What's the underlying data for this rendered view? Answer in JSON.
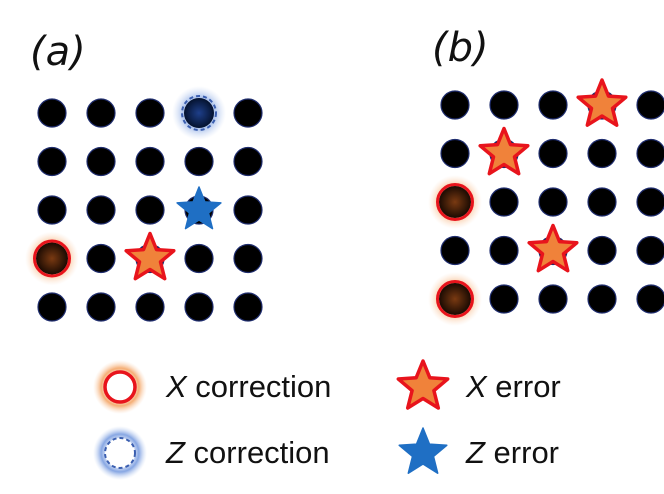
{
  "panels": [
    {
      "label": "(a)",
      "rows": 5,
      "cols": 5,
      "x_corrections": [
        [
          3,
          0
        ]
      ],
      "z_corrections": [
        [
          0,
          3
        ]
      ],
      "x_errors": [
        [
          3,
          2
        ]
      ],
      "z_errors": [
        [
          2,
          3
        ]
      ]
    },
    {
      "label": "(b)",
      "rows": 5,
      "cols": 5,
      "x_corrections": [
        [
          2,
          0
        ],
        [
          4,
          0
        ]
      ],
      "z_corrections": [],
      "x_errors": [
        [
          0,
          3
        ],
        [
          1,
          1
        ],
        [
          3,
          2
        ]
      ],
      "z_errors": []
    }
  ],
  "legend": {
    "x_correction": {
      "symbol": "X",
      "text": " correction"
    },
    "z_correction": {
      "symbol": "Z",
      "text": " correction"
    },
    "x_error": {
      "symbol": "X",
      "text": " error"
    },
    "z_error": {
      "symbol": "Z",
      "text": " error"
    }
  },
  "colors": {
    "qubit": "#000000",
    "qubit_edge": "#1f2d6e",
    "x_ring": "#e8141c",
    "x_glow": "#f4a566",
    "z_ring": "#3b5fb0",
    "z_glow": "#7a9de0",
    "x_star_fill": "#f0823a",
    "x_star_stroke": "#e8141c",
    "z_star_fill": "#1f6fc4"
  }
}
